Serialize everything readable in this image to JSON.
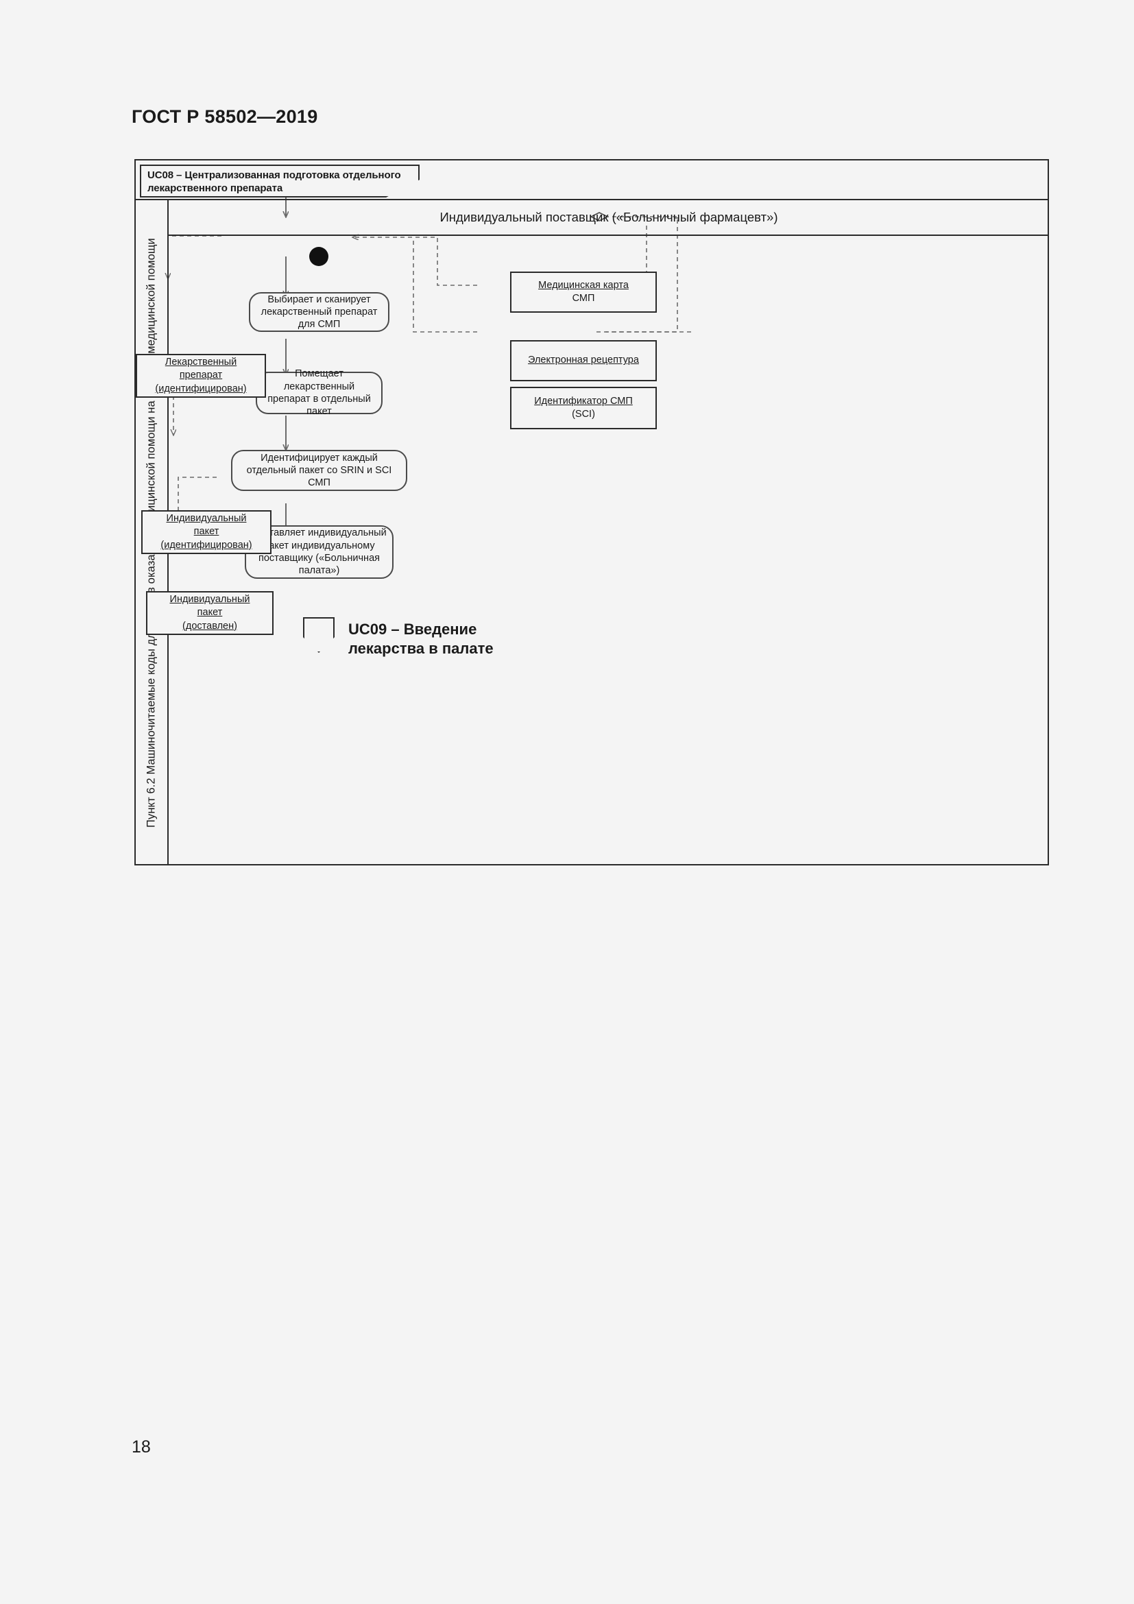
{
  "page": {
    "standard_title": "ГОСТ Р 58502—2019",
    "page_number": "18"
  },
  "diagram": {
    "use_case_tab": "UC08 – Централизованная подготовка отдельного лекарственного препарата",
    "vertical_lane_label": "Пункт 6.2 Машиночитаемые коды для этапов оказания медицинской помощи на участке медицинской помощи",
    "swimlane_header": "Индивидуальный поставщик («Больничный фармацевт»)",
    "actions": [
      {
        "id": "a1",
        "text": "Выбирает и сканирует лекарственный препарат для СМП"
      },
      {
        "id": "a2",
        "text": "Помещает лекарственный препарат в отдельный пакет"
      },
      {
        "id": "a3",
        "text": "Идентифицирует каждый отдельный пакет со SRIN и SCI СМП"
      },
      {
        "id": "a4",
        "text": "Доставляет индивидуальный пакет индивидуальному поставщику («Больничная палата»)"
      }
    ],
    "object_nodes_left": [
      {
        "id": "o1",
        "line1": "Лекарственный",
        "line2": "препарат",
        "line3": "(идентифицирован)"
      },
      {
        "id": "o2",
        "line1": "Индивидуальный",
        "line2": "пакет",
        "line3": "(идентифицирован)"
      },
      {
        "id": "o3",
        "line1": "Индивидуальный",
        "line2": "пакет",
        "line3": "(доставлен)"
      }
    ],
    "object_nodes_right": [
      {
        "id": "r1",
        "line1": "Медицинская карта",
        "line2": "СМП"
      },
      {
        "id": "r2",
        "line1": "Электронная рецептура",
        "line2": ""
      },
      {
        "id": "r3",
        "line1": "Идентификатор СМП",
        "line2": "(SCI)"
      }
    ],
    "end_marker_label": "UC09 – Введение лекарства в палате",
    "colors": {
      "page_background": "#f4f4f4",
      "ink": "#1a1a1a",
      "frame_stroke": "#2b2b2b",
      "action_stroke": "#4a4a4a",
      "connector": "#6a6a6a"
    }
  }
}
